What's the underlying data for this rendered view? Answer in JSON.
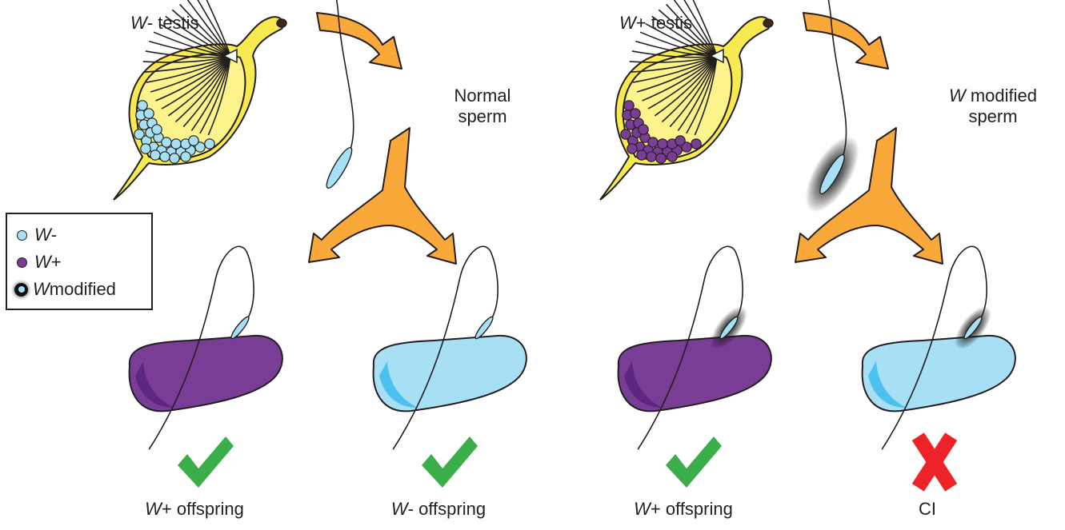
{
  "colors": {
    "testis_yellow": "#f7ea4f",
    "testis_lobe": "#fdf38c",
    "arrow_orange": "#f8a93a",
    "wolbachia_free_blue": "#a7dff5",
    "egg_blue_dark": "#4cc0ee",
    "infected_purple": "#7a3d96",
    "infected_purple_dark": "#5d2781",
    "check_green": "#3aae49",
    "cross_red": "#ee2229"
  },
  "labels": {
    "w_minus_testis": {
      "italic": "W",
      "rest": "- testis"
    },
    "w_plus_testis": {
      "italic": "W",
      "rest": "+ testis"
    },
    "normal_sperm_line1": "Normal",
    "normal_sperm_line2": "sperm",
    "modified_sperm_line1_italic": "W",
    "modified_sperm_line1_rest": " modified",
    "modified_sperm_line2": "sperm"
  },
  "legend": {
    "items": [
      {
        "italic": "W",
        "rest": "-",
        "icon": "light-blue-dot-icon"
      },
      {
        "italic": "W",
        "rest": "+",
        "icon": "purple-dot-icon"
      },
      {
        "italic": "W",
        "rest": " modified",
        "icon": "modified-dot-icon"
      }
    ]
  },
  "outcomes": [
    {
      "italic": "W",
      "rest": "+ offspring",
      "mark": "check-icon",
      "egg": "purple"
    },
    {
      "italic": "W",
      "rest": "- offspring",
      "mark": "check-icon",
      "egg": "blue"
    },
    {
      "italic": "W",
      "rest": "+ offspring",
      "mark": "check-icon",
      "egg": "purple"
    },
    {
      "italic": "",
      "rest": "CI",
      "mark": "cross-icon",
      "egg": "blue"
    }
  ]
}
